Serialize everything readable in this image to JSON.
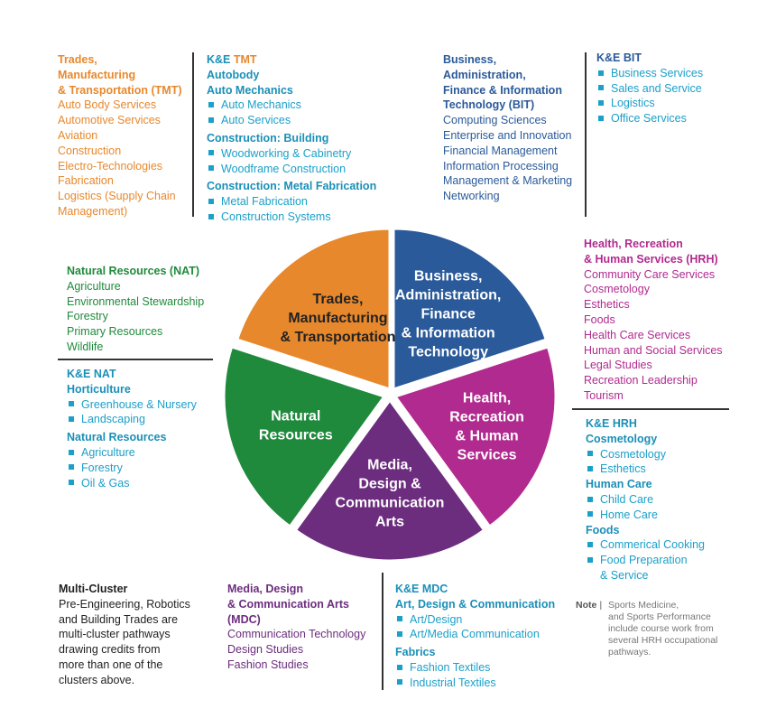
{
  "colors": {
    "tmt": "#e8882c",
    "bit": "#2a5a9a",
    "hrh": "#b12a8f",
    "mdc": "#6c2d7e",
    "nat": "#1f8a3c",
    "ke": "#1ba0c9",
    "ke_title": "#1a8fb8",
    "dark": "#222222",
    "note": "#777777"
  },
  "pie": {
    "slices": [
      {
        "key": "bit",
        "label": [
          "Business,",
          "Administration,",
          "Finance",
          "& Information",
          "Technology"
        ],
        "color": "#2a5a9a"
      },
      {
        "key": "hrh",
        "label": [
          "Health,",
          "Recreation",
          "& Human",
          "Services"
        ],
        "color": "#b12a8f"
      },
      {
        "key": "mdc",
        "label": [
          "Media,",
          "Design &",
          "Communication",
          "Arts"
        ],
        "color": "#6c2d7e"
      },
      {
        "key": "nat",
        "label": [
          "Natural",
          "Resources"
        ],
        "color": "#1f8a3c"
      },
      {
        "key": "tmt",
        "label": [
          "Trades,",
          "Manufacturing",
          "& Transportation"
        ],
        "color": "#e8882c"
      }
    ]
  },
  "tmt": {
    "title": [
      "Trades,",
      "Manufacturing",
      "& Transportation (TMT)"
    ],
    "items": [
      "Auto Body Services",
      "Automotive Services",
      "Aviation",
      "Construction",
      "Electro-Technologies",
      "Fabrication",
      "Logistics (Supply Chain",
      "Management)"
    ]
  },
  "ke_tmt": {
    "title_prefix": "K&E ",
    "title_code": "TMT",
    "groups": [
      {
        "heading": [
          "Autobody",
          "Auto Mechanics"
        ],
        "items": [
          "Auto Mechanics",
          "Auto Services"
        ]
      },
      {
        "heading": [
          "Construction:  Building"
        ],
        "items": [
          "Woodworking & Cabinetry",
          "Woodframe Construction"
        ]
      },
      {
        "heading": [
          "Construction:  Metal Fabrication"
        ],
        "items": [
          "Metal Fabrication",
          "Construction Systems"
        ]
      }
    ]
  },
  "bit": {
    "title": [
      "Business,",
      "Administration,",
      "Finance & Information",
      "Technology (BIT)"
    ],
    "items": [
      "Computing Sciences",
      "Enterprise and Innovation",
      "Financial Management",
      "Information Processing",
      "Management & Marketing",
      "Networking"
    ]
  },
  "ke_bit": {
    "title": "K&E BIT",
    "items": [
      "Business Services",
      "Sales and Service",
      "Logistics",
      "Office Services"
    ]
  },
  "nat": {
    "title": "Natural Resources (NAT)",
    "items": [
      "Agriculture",
      "Environmental Stewardship",
      "Forestry",
      "Primary Resources",
      "Wildlife"
    ]
  },
  "ke_nat": {
    "title": "K&E NAT",
    "groups": [
      {
        "heading": [
          "Horticulture"
        ],
        "items": [
          "Greenhouse & Nursery",
          "Landscaping"
        ]
      },
      {
        "heading": [
          "Natural Resources"
        ],
        "items": [
          "Agriculture",
          "Forestry",
          "Oil & Gas"
        ]
      }
    ]
  },
  "hrh": {
    "title": [
      "Health, Recreation",
      "& Human Services (HRH)"
    ],
    "items": [
      "Community Care Services",
      "Cosmetology",
      "Esthetics",
      "Foods",
      "Health Care Services",
      "Human and Social Services",
      "Legal Studies",
      "Recreation Leadership",
      "Tourism"
    ]
  },
  "ke_hrh": {
    "title": "K&E HRH",
    "groups": [
      {
        "heading": [
          "Cosmetology"
        ],
        "items": [
          "Cosmetology",
          "Esthetics"
        ]
      },
      {
        "heading": [
          "Human Care"
        ],
        "items": [
          "Child Care",
          "Home Care"
        ]
      },
      {
        "heading": [
          "Foods"
        ],
        "items": [
          "Commerical Cooking",
          "Food Preparation"
        ],
        "extra": "& Service"
      }
    ]
  },
  "multi": {
    "title": "Multi-Cluster",
    "lines": [
      "Pre-Engineering, Robotics",
      "and Building Trades are",
      "multi-cluster pathways",
      "drawing credits from",
      "more than one of the",
      "clusters above."
    ]
  },
  "mdc": {
    "title": [
      "Media, Design",
      "& Communication Arts",
      "(MDC)"
    ],
    "items": [
      "Communication Technology",
      "Design Studies",
      "Fashion Studies"
    ]
  },
  "ke_mdc": {
    "title": "K&E MDC",
    "groups": [
      {
        "heading": [
          "Art, Design & Communication"
        ],
        "items": [
          "Art/Design",
          "Art/Media Communication"
        ]
      },
      {
        "heading": [
          "Fabrics"
        ],
        "items": [
          "Fashion Textiles",
          "Industrial Textiles"
        ]
      }
    ]
  },
  "note": {
    "label": "Note",
    "lines": [
      "Sports Medicine,",
      "and Sports Performance",
      "include course work from",
      "several HRH occupational",
      "pathways."
    ]
  }
}
